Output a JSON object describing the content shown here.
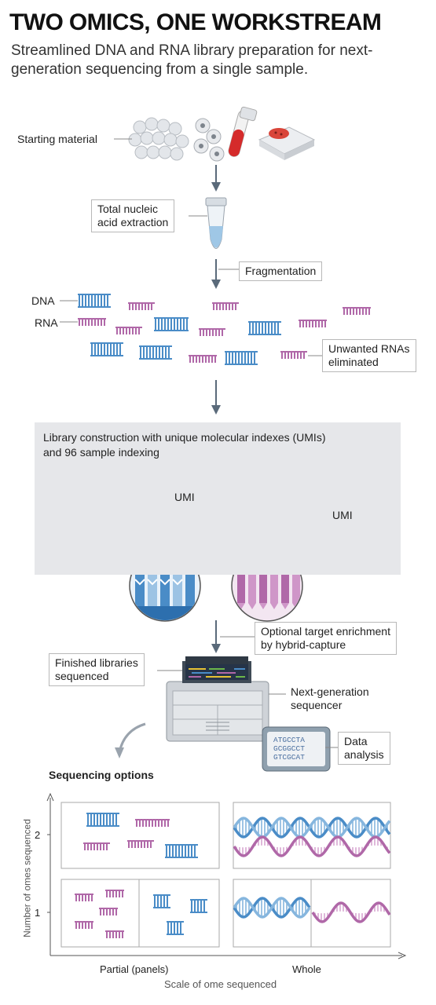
{
  "header": {
    "title": "TWO OMICS, ONE WORKSTREAM",
    "subtitle": "Streamlined DNA and RNA library preparation for next-generation sequencing from a single sample."
  },
  "steps": {
    "starting_material": "Starting material",
    "extraction": [
      "Total nucleic",
      "acid extraction"
    ],
    "fragmentation": "Fragmentation",
    "dna": "DNA",
    "rna": "RNA",
    "unwanted": [
      "Unwanted RNAs",
      "eliminated"
    ]
  },
  "library": {
    "title_line1": "Library construction with unique molecular indexes (UMIs)",
    "title_line2": "and 96 sample indexing",
    "umi_dna": "UMI",
    "umi_rna": "UMI"
  },
  "sequencing": {
    "enrichment": [
      "Optional target enrichment",
      "by hybrid-capture"
    ],
    "finished": [
      "Finished libraries",
      "sequenced"
    ],
    "sequencer": [
      "Next-generation",
      "sequencer"
    ],
    "data_analysis": [
      "Data",
      "analysis"
    ],
    "tablet_seq": [
      "ATGCCTA",
      "GCGGCCT",
      "GTCGCAT"
    ]
  },
  "options": {
    "title": "Sequencing options",
    "y_axis": "Number of omes sequenced",
    "x_axis": "Scale of ome sequenced",
    "y_ticks": [
      "2",
      "1"
    ],
    "x_ticks": [
      "Partial (panels)",
      "Whole"
    ]
  },
  "colors": {
    "dna": "#4a8cc7",
    "rna": "#b068a8",
    "index_yellow": "#e6c234",
    "index_green": "#6cb64a",
    "arrow": "#5a6a7a"
  }
}
